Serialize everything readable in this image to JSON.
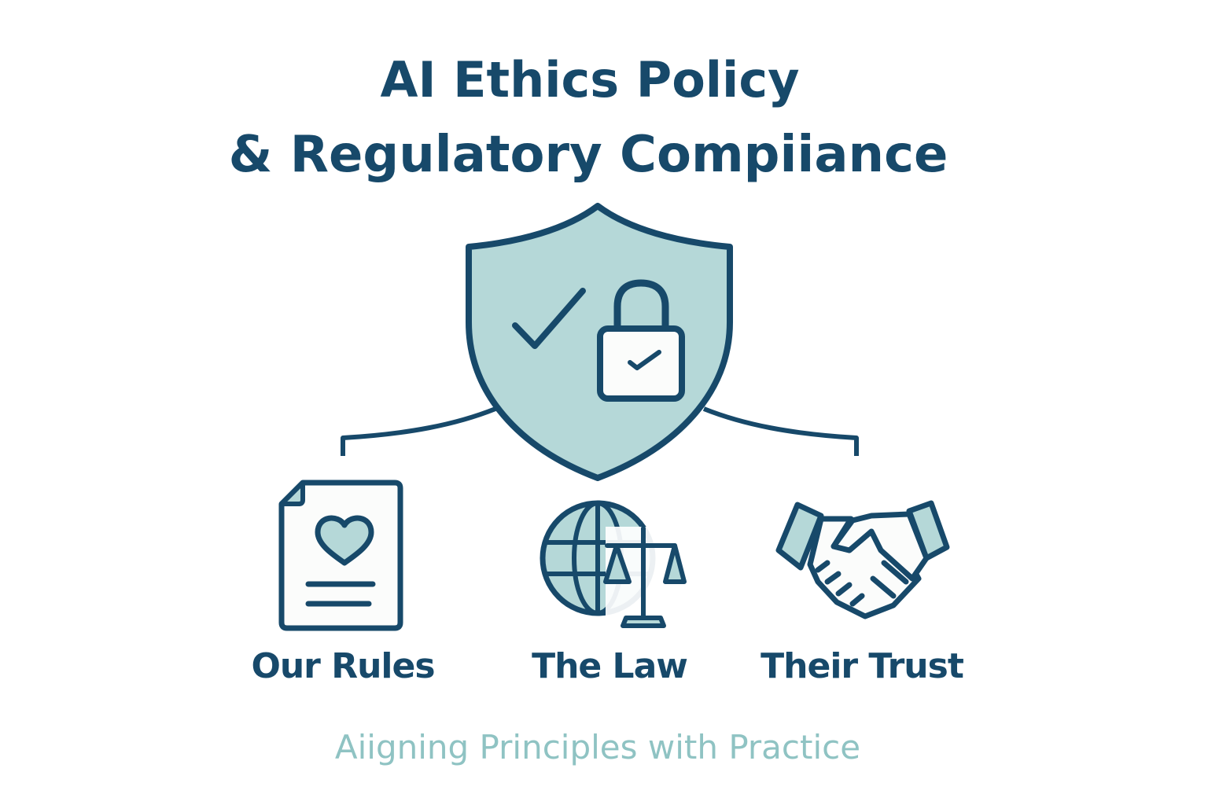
{
  "header": {
    "title_line_1": "AI Ethics Policy",
    "title_line_2": "& Regulatory Compiiance"
  },
  "diagram": {
    "central_icon": "shield-check-lock-icon",
    "pillars": [
      {
        "label": "Our Rules",
        "icon": "document-heart-icon"
      },
      {
        "label": "The Law",
        "icon": "globe-scales-icon"
      },
      {
        "label": "Their Trust",
        "icon": "handshake-icon"
      }
    ]
  },
  "footer": {
    "subtitle": "Aiigning Principles with Practice"
  },
  "colors": {
    "primary_dark": "#17496a",
    "fill_light_teal": "#b5d8d8",
    "subtitle_teal": "#8fc3c3",
    "paper_white": "#fbfcfb",
    "background": "#ffffff"
  }
}
